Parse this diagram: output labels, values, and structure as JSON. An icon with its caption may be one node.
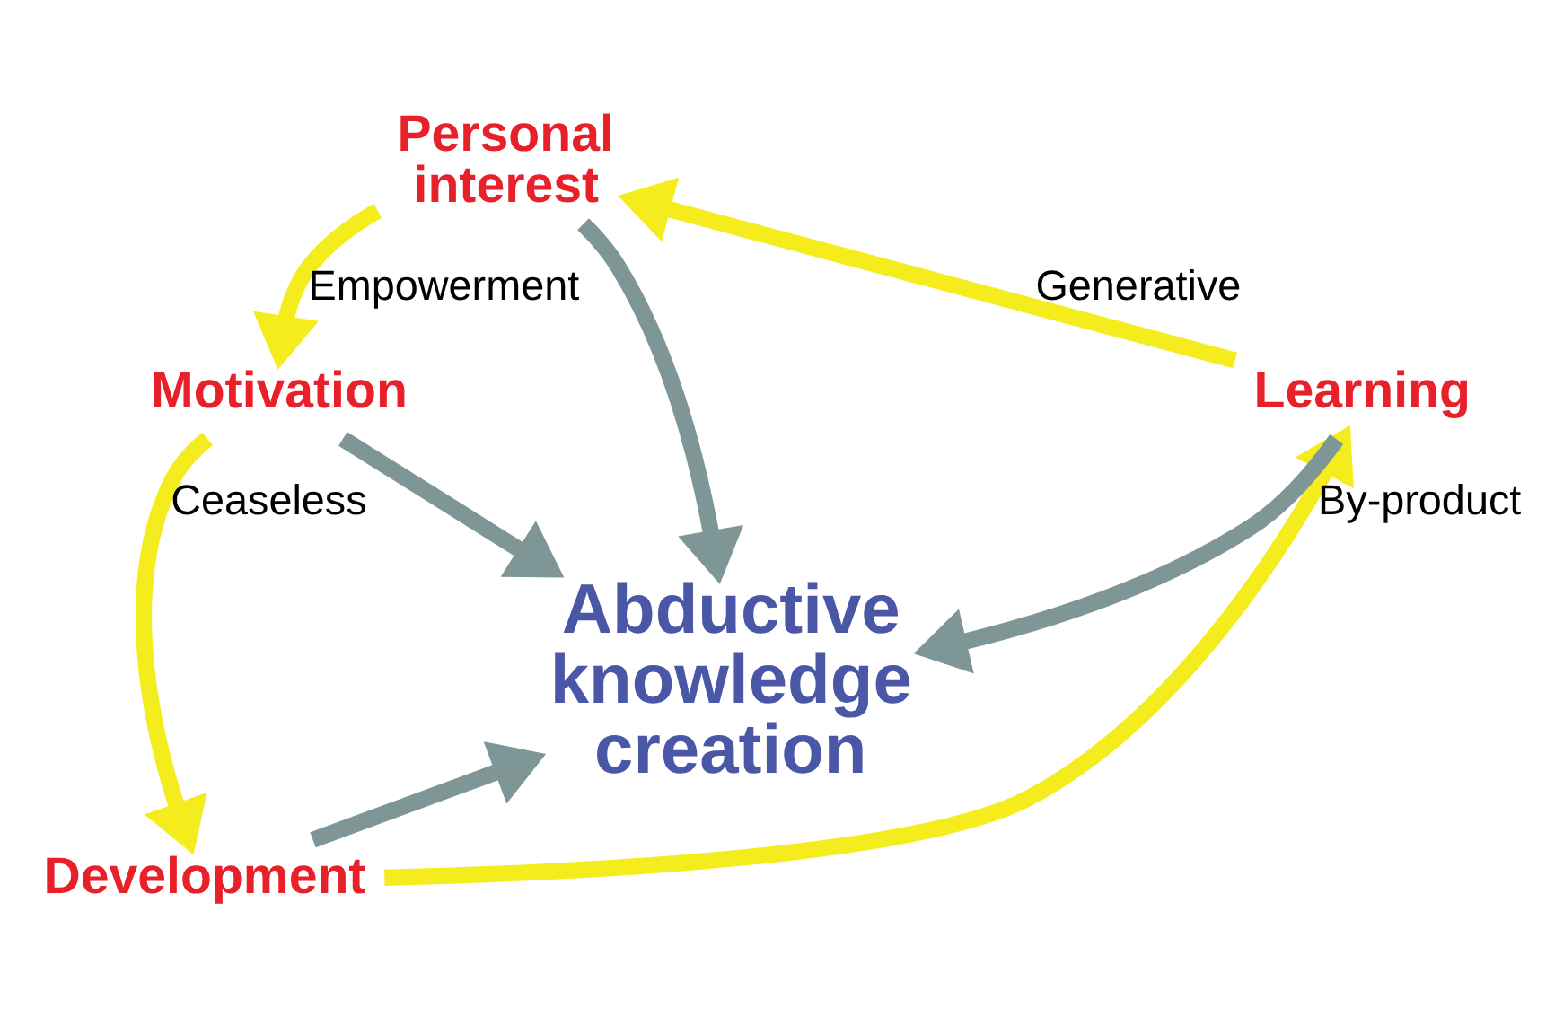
{
  "diagram": {
    "nodes": [
      {
        "text": [
          "Personal interest"
        ]
      },
      {
        "text": [
          "Motivation"
        ]
      },
      {
        "text": [
          "Development"
        ]
      },
      {
        "text": [
          "Learning"
        ]
      },
      {
        "text": [
          "Abductive knowledge creation"
        ]
      }
    ],
    "edges": [
      {
        "from": 3,
        "to": 0,
        "arrow": "to",
        "label": "Generative",
        "color": "#f4ec1c"
      },
      {
        "from": 0,
        "to": 1,
        "arrow": "to",
        "label": "Empowerment",
        "color": "#f4ec1c"
      },
      {
        "from": 1,
        "to": 2,
        "arrow": "to",
        "label": "Ceaseless",
        "color": "#f4ec1c"
      },
      {
        "from": 2,
        "to": 3,
        "arrow": "to",
        "label": "By-product",
        "color": "#f4ec1c"
      },
      {
        "from": 0,
        "to": 4,
        "arrow": "to",
        "color": "#7f9696"
      },
      {
        "from": 1,
        "to": 4,
        "arrow": "to",
        "color": "#7f9696"
      },
      {
        "from": 2,
        "to": 4,
        "arrow": "to",
        "color": "#7f9696"
      },
      {
        "from": 3,
        "to": 4,
        "arrow": "to",
        "color": "#7f9696"
      }
    ]
  }
}
